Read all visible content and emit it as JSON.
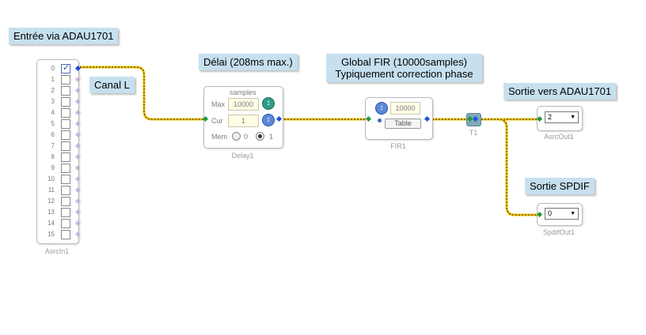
{
  "labels": {
    "input_title": "Entrée via ADAU1701",
    "channel": "Canal L",
    "delay_title": "Délai (208ms max.)",
    "fir_title_line1": "Global FIR (10000samples)",
    "fir_title_line2": "Typiquement correction phase",
    "out_main_title": "Sortie vers ADAU1701",
    "out_spdif_title": "Sortie SPDIF"
  },
  "asrc_in": {
    "name": "AsrcIn1",
    "channels": [
      "0",
      "1",
      "2",
      "3",
      "4",
      "5",
      "6",
      "7",
      "8",
      "9",
      "10",
      "11",
      "12",
      "13",
      "14",
      "15"
    ],
    "checked_channel": 0
  },
  "delay": {
    "name": "Delay1",
    "samples_label": "samples",
    "max_label": "Max",
    "max_value": "10000",
    "cur_label": "Cur",
    "cur_value": "1",
    "mem_label": "Mem",
    "mem_options": [
      "0",
      "1"
    ],
    "mem_selected": "1"
  },
  "fir": {
    "name": "FIR1",
    "value": "10000",
    "table_button": "Table"
  },
  "splitter": {
    "name": "T1"
  },
  "asrc_out": {
    "name": "AsrcOut1",
    "selected": "2"
  },
  "spdif_out": {
    "name": "SpdifOut1",
    "selected": "0"
  },
  "colors": {
    "wire": "#f2c200",
    "label_bg": "#c6e0ef",
    "pin_blue": "#1c52d8",
    "pin_green": "#1f9a3c"
  }
}
